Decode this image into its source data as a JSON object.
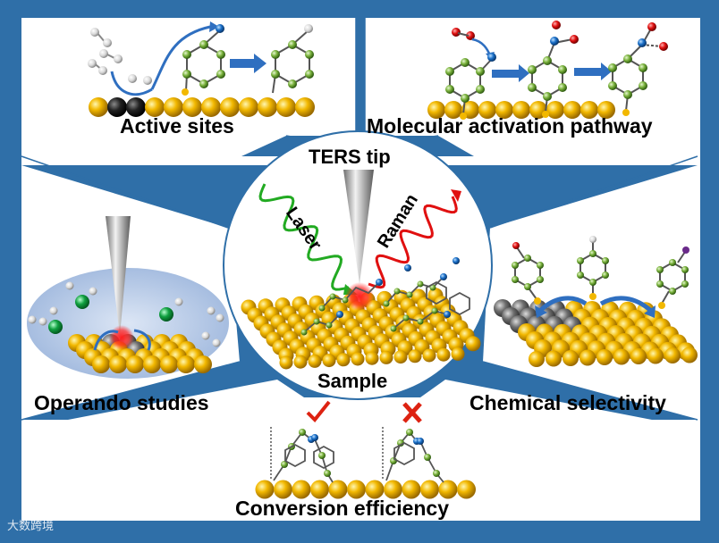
{
  "center": {
    "tip_label": "TERS tip",
    "laser_label": "Laser",
    "raman_label": "Raman",
    "sample_label": "Sample"
  },
  "panels": {
    "active_sites": "Active sites",
    "activation_pathway": "Molecular activation pathway",
    "operando": "Operando studies",
    "selectivity": "Chemical selectivity",
    "conversion": "Conversion efficiency"
  },
  "watermark": "大数跨境",
  "colors": {
    "frame": "#2f6fa8",
    "panel": "#ffffff",
    "gold": "#f2b800",
    "laser": "#22aa22",
    "raman": "#e01010",
    "arrow": "#2f6fc0",
    "check": "#dd2211",
    "cross": "#dd2211"
  },
  "icons": {
    "check": "check-mark-icon",
    "cross": "cross-mark-icon"
  }
}
